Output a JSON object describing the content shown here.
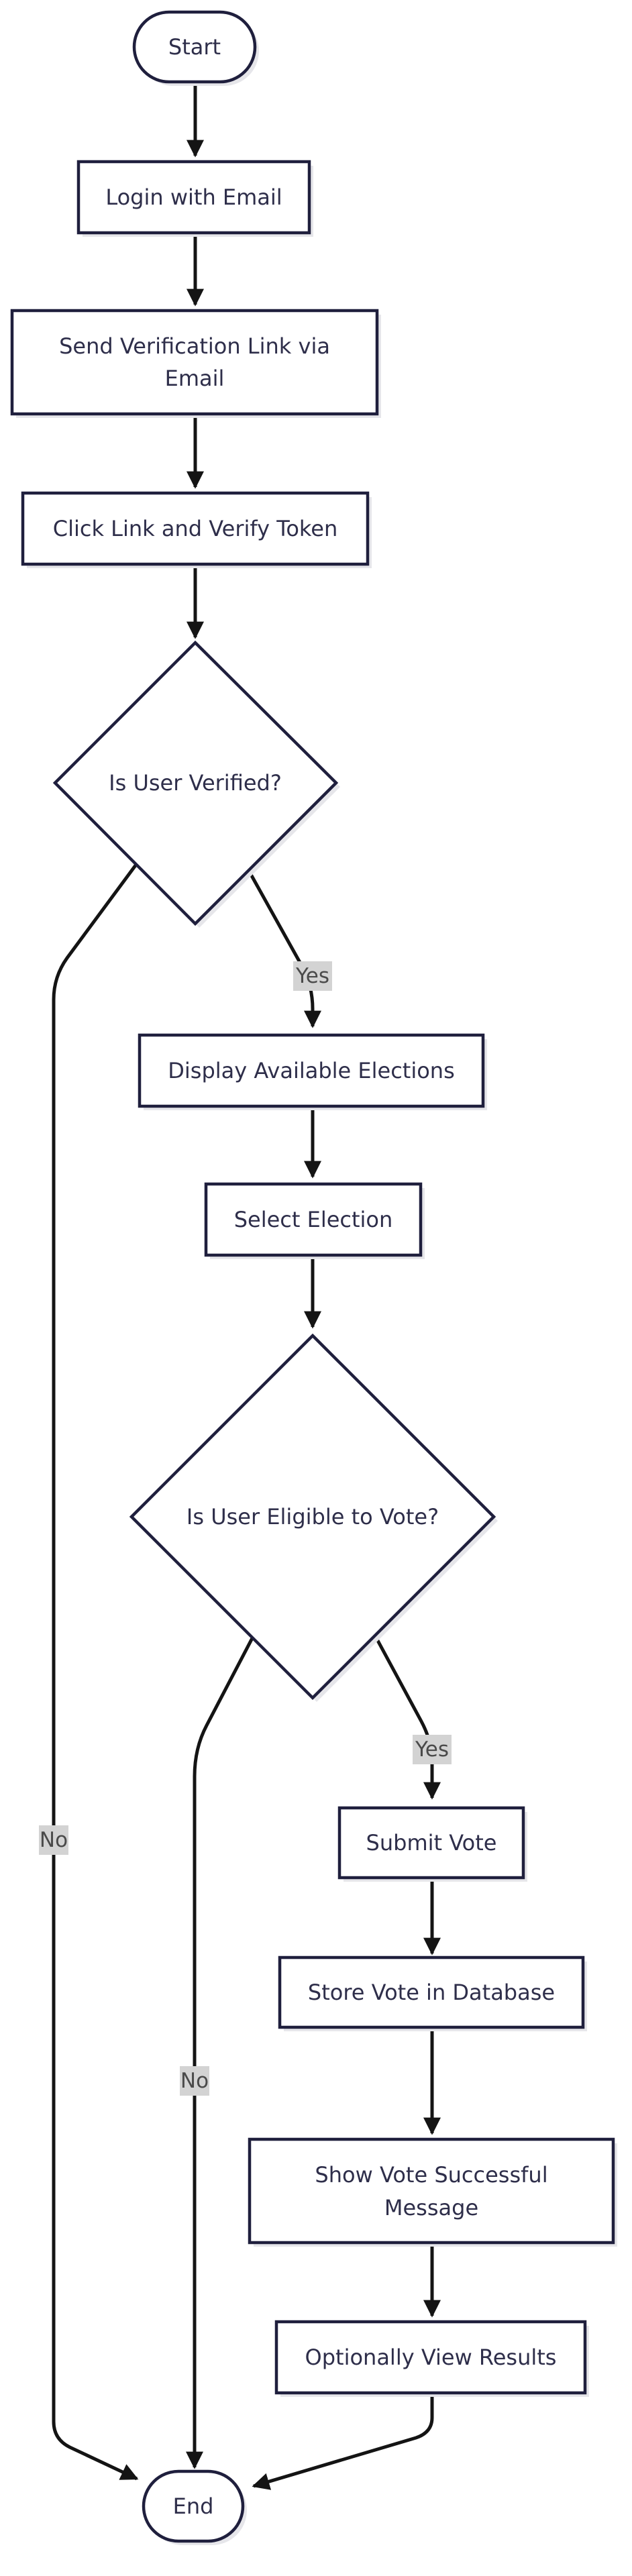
{
  "flowchart": {
    "nodes": {
      "start": "Start",
      "login": "Login with Email",
      "send_link_line1": "Send Verification Link via",
      "send_link_line2": "Email",
      "verify_token": "Click Link and Verify Token",
      "is_verified": "Is User Verified?",
      "display_elections": "Display Available Elections",
      "select_election": "Select Election",
      "is_eligible": "Is User Eligible to Vote?",
      "submit_vote": "Submit Vote",
      "store_vote": "Store Vote in Database",
      "show_success_line1": "Show Vote Successful",
      "show_success_line2": "Message",
      "view_results": "Optionally View Results",
      "end": "End"
    },
    "edge_labels": {
      "verified_yes": "Yes",
      "verified_no": "No",
      "eligible_yes": "Yes",
      "eligible_no": "No"
    }
  }
}
